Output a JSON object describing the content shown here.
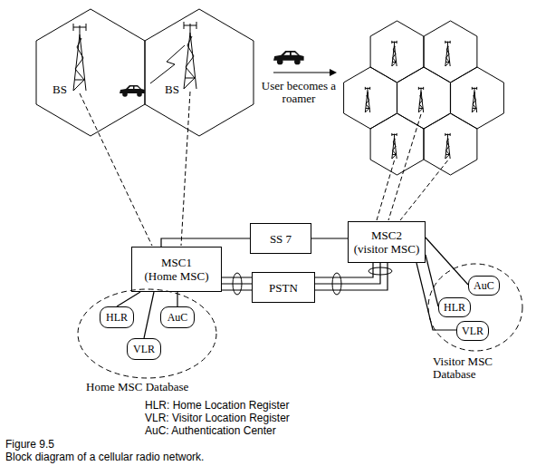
{
  "diagram": {
    "caption": "Block diagram of a cellular radio network.",
    "nodes": [
      {
        "text": [
          "MSC1",
          "(Home MSC)"
        ]
      },
      {
        "text": [
          "SS 7"
        ]
      },
      {
        "text": [
          "MSC2",
          "(visitor MSC)"
        ]
      },
      {
        "text": [
          "PSTN"
        ]
      },
      {
        "text": [
          "Home MSC Database"
        ]
      },
      {
        "text": [
          "HLR"
        ],
        "in": 4
      },
      {
        "text": [
          "AuC"
        ],
        "in": 4
      },
      {
        "text": [
          "VLR"
        ],
        "in": 4
      },
      {
        "text": [
          "Visitor MSC Database"
        ]
      },
      {
        "text": [
          "AuC"
        ],
        "in": 8
      },
      {
        "text": [
          "HLR"
        ],
        "in": 8
      },
      {
        "text": [
          "VLR"
        ],
        "in": 8
      }
    ],
    "edges": [
      {
        "from": 0,
        "to": 1,
        "arrow": "none"
      },
      {
        "from": 1,
        "to": 2,
        "arrow": "none"
      },
      {
        "from": 0,
        "to": 3,
        "arrow": "none"
      },
      {
        "from": 3,
        "to": 2,
        "arrow": "none"
      },
      {
        "from": 0,
        "to": 5,
        "arrow": "none"
      },
      {
        "from": 0,
        "to": 6,
        "arrow": "none"
      },
      {
        "from": 0,
        "to": 7,
        "arrow": "none"
      },
      {
        "from": 2,
        "to": 9,
        "arrow": "none"
      },
      {
        "from": 2,
        "to": 10,
        "arrow": "none"
      },
      {
        "from": 2,
        "to": 11,
        "arrow": "none"
      }
    ],
    "labels": [
      "BS",
      "BS",
      "User becomes a roamer",
      "HLR: Home Location Register",
      "VLR: Visitor Location Register",
      "AuC: Authentication Center",
      "Figure 9.5"
    ]
  }
}
